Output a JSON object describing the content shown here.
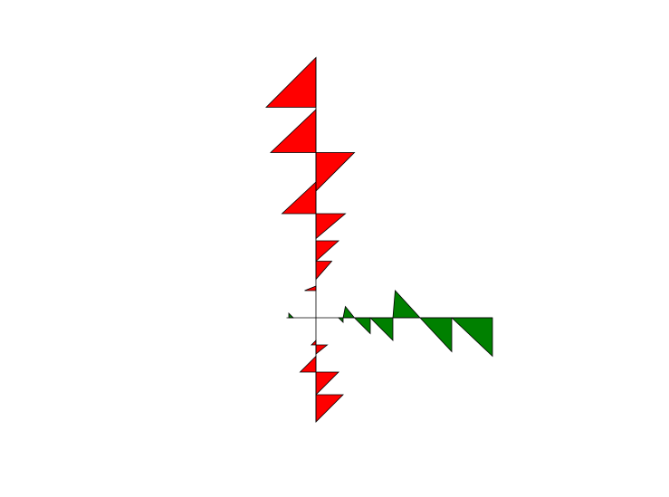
{
  "chart_data": {
    "type": "area",
    "title": "",
    "xlabel": "",
    "ylabel": "",
    "grid": false,
    "legend": "none",
    "colors": {
      "vertical": "#ff0000",
      "horizontal": "#008000",
      "outline": "#000000"
    },
    "series": [
      {
        "orientation": "vertical",
        "color": "#ff0000",
        "points": [
          [
            0,
            11.5
          ],
          [
            -2.2,
            9.3
          ],
          [
            0,
            9.3
          ],
          [
            0,
            9.2
          ],
          [
            -2.0,
            7.3
          ],
          [
            0,
            7.3
          ],
          [
            0,
            7.3
          ],
          [
            1.7,
            7.3
          ],
          [
            0,
            5.6
          ],
          [
            0,
            6.0
          ],
          [
            -1.5,
            4.6
          ],
          [
            0,
            4.6
          ],
          [
            0,
            4.6
          ],
          [
            1.3,
            4.6
          ],
          [
            0,
            3.5
          ],
          [
            0,
            3.4
          ],
          [
            1.0,
            3.4
          ],
          [
            0,
            2.5
          ],
          [
            0,
            2.5
          ],
          [
            0.7,
            2.5
          ],
          [
            0,
            1.7
          ],
          [
            0,
            1.4
          ],
          [
            -0.5,
            1.2
          ],
          [
            0,
            1.2
          ],
          [
            0,
            -1.0
          ],
          [
            -0.2,
            -1.2
          ],
          [
            0,
            -1.2
          ],
          [
            0,
            -1.2
          ],
          [
            0.5,
            -1.2
          ],
          [
            0,
            -1.6
          ],
          [
            0,
            -1.7
          ],
          [
            -0.7,
            -2.4
          ],
          [
            0,
            -2.4
          ],
          [
            0,
            -2.4
          ],
          [
            1.0,
            -2.4
          ],
          [
            0,
            -3.4
          ],
          [
            0,
            -3.4
          ],
          [
            1.2,
            -3.4
          ],
          [
            0,
            -4.6
          ]
        ]
      },
      {
        "orientation": "horizontal",
        "color": "#008000",
        "points": [
          [
            -1.2,
            0.2
          ],
          [
            -1.0,
            0
          ],
          [
            -1.2,
            0
          ],
          [
            1.0,
            0
          ],
          [
            1.2,
            0
          ],
          [
            1.2,
            -0.2
          ],
          [
            1.2,
            0
          ],
          [
            1.3,
            0.5
          ],
          [
            1.7,
            0
          ],
          [
            1.7,
            0
          ],
          [
            2.4,
            0
          ],
          [
            2.4,
            -0.7
          ],
          [
            2.4,
            0
          ],
          [
            3.4,
            0
          ],
          [
            3.4,
            -1.0
          ],
          [
            3.4,
            0
          ],
          [
            3.5,
            1.2
          ],
          [
            4.6,
            0
          ],
          [
            4.6,
            0
          ],
          [
            6.0,
            0
          ],
          [
            6.0,
            -1.5
          ],
          [
            6.0,
            0
          ],
          [
            7.8,
            0
          ],
          [
            7.8,
            -1.7
          ]
        ]
      }
    ]
  }
}
